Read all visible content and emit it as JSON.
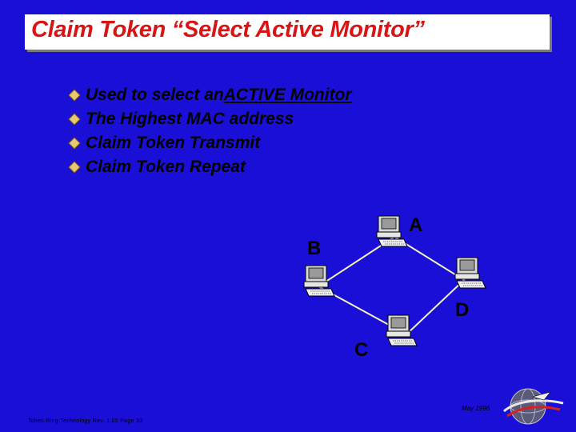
{
  "title": "Claim Token  “Select Active Monitor”",
  "bullets": [
    {
      "pre": "Used to select an ",
      "emph": "ACTIVE Monitor"
    },
    {
      "pre": "The Highest MAC address",
      "emph": ""
    },
    {
      "pre": "Claim Token Transmit",
      "emph": ""
    },
    {
      "pre": "Claim Token Repeat",
      "emph": ""
    }
  ],
  "nodes": {
    "a": "A",
    "b": "B",
    "c": "C",
    "d": "D"
  },
  "footer": {
    "left": "Token Ring Technology   Rev. 1.00   Page  33",
    "date": "May 1996"
  },
  "icons": {
    "bullet": "diamond-bullet-icon",
    "node": "computer-icon",
    "logo": "globe-logo-icon"
  },
  "colors": {
    "background": "#1a0fd6",
    "title": "#d81414",
    "bullet": "#e8c870",
    "link": "#f2f2c0"
  }
}
